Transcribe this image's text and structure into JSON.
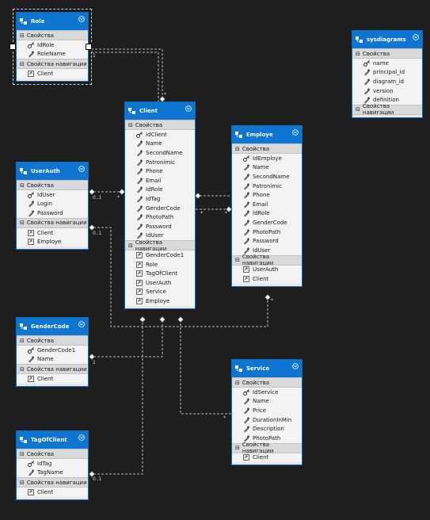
{
  "labels": {
    "props": "Свойства",
    "nav": "Свойства навигации"
  },
  "colors": {
    "background": "#1e1e1e",
    "header": "#0e76d0",
    "section": "#d9d9d9",
    "body": "#f3f3f3",
    "connector": "#b8b8b8"
  },
  "entities": {
    "role": {
      "title": "Role",
      "props": [
        "IdRole",
        "RoleName"
      ],
      "nav": [
        "Client"
      ]
    },
    "sysdiagrams": {
      "title": "sysdiagrams",
      "props": [
        "name",
        "principal_id",
        "diagram_id",
        "version",
        "definition"
      ],
      "nav": []
    },
    "client": {
      "title": "Client",
      "props": [
        "IdClient",
        "Name",
        "SecondName",
        "Patronimic",
        "Phone",
        "Email",
        "IdRole",
        "IdTag",
        "GenderCode",
        "PhotoPath",
        "Password",
        "IdUser"
      ],
      "nav": [
        "GenderCode1",
        "Role",
        "TagOfClient",
        "UserAuth",
        "Service",
        "Employe"
      ]
    },
    "employe": {
      "title": "Employe",
      "props": [
        "IdEmploye",
        "Name",
        "SecondName",
        "Patronimic",
        "Phone",
        "Email",
        "IdRole",
        "GenderCode",
        "PhotoPath",
        "Password",
        "IdUser"
      ],
      "nav": [
        "UserAuth",
        "Client"
      ]
    },
    "userauth": {
      "title": "UserAuth",
      "props": [
        "IdUser",
        "Login",
        "Password"
      ],
      "nav": [
        "Client",
        "Employe"
      ]
    },
    "gendercode": {
      "title": "GenderCode",
      "props": [
        "GenderCode1",
        "Name"
      ],
      "nav": [
        "Client"
      ]
    },
    "service": {
      "title": "Service",
      "props": [
        "IdService",
        "Name",
        "Price",
        "DurationInMin",
        "Description",
        "PhotoPath"
      ],
      "nav": [
        "Client"
      ]
    },
    "tagofclient": {
      "title": "TagOfClient",
      "props": [
        "IdTag",
        "TagName"
      ],
      "nav": [
        "Client"
      ]
    }
  },
  "multiplicity": {
    "one": "1",
    "many": "*",
    "zero_one": "0..1"
  }
}
